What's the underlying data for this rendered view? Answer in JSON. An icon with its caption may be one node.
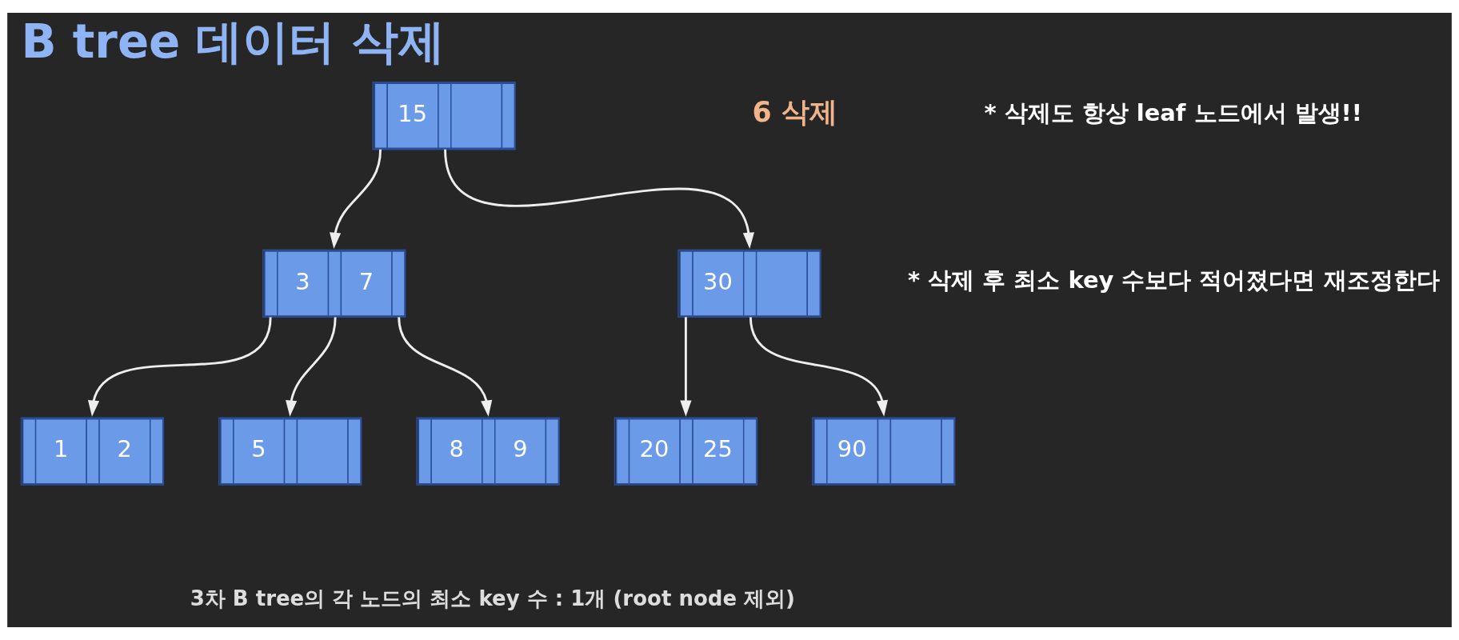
{
  "diagram": {
    "title": "B tree 데이터 삭제",
    "caption": "3차 B tree의 각 노드의 최소 key 수 : 1개 (root node 제외)",
    "nodes": [
      {
        "text": [
          "15"
        ]
      },
      {
        "text": [
          "3",
          "7"
        ]
      },
      {
        "text": [
          "30"
        ]
      },
      {
        "text": [
          "1",
          "2"
        ]
      },
      {
        "text": [
          "5"
        ]
      },
      {
        "text": [
          "8",
          "9"
        ]
      },
      {
        "text": [
          "20",
          "25"
        ]
      },
      {
        "text": [
          "90"
        ]
      }
    ],
    "edges": [
      {
        "from": 0,
        "to": 1,
        "arrow": "to"
      },
      {
        "from": 0,
        "to": 2,
        "arrow": "to"
      },
      {
        "from": 1,
        "to": 3,
        "arrow": "to"
      },
      {
        "from": 1,
        "to": 4,
        "arrow": "to"
      },
      {
        "from": 1,
        "to": 5,
        "arrow": "to"
      },
      {
        "from": 2,
        "to": 6,
        "arrow": "to"
      },
      {
        "from": 2,
        "to": 7,
        "arrow": "to"
      }
    ],
    "labels": [
      "* 삭제도 항상 leaf 노드에서 발생!!",
      "* 삭제 후 최소 key 수보다 적어졌다면 재조정한다",
      "6 삭제"
    ]
  }
}
